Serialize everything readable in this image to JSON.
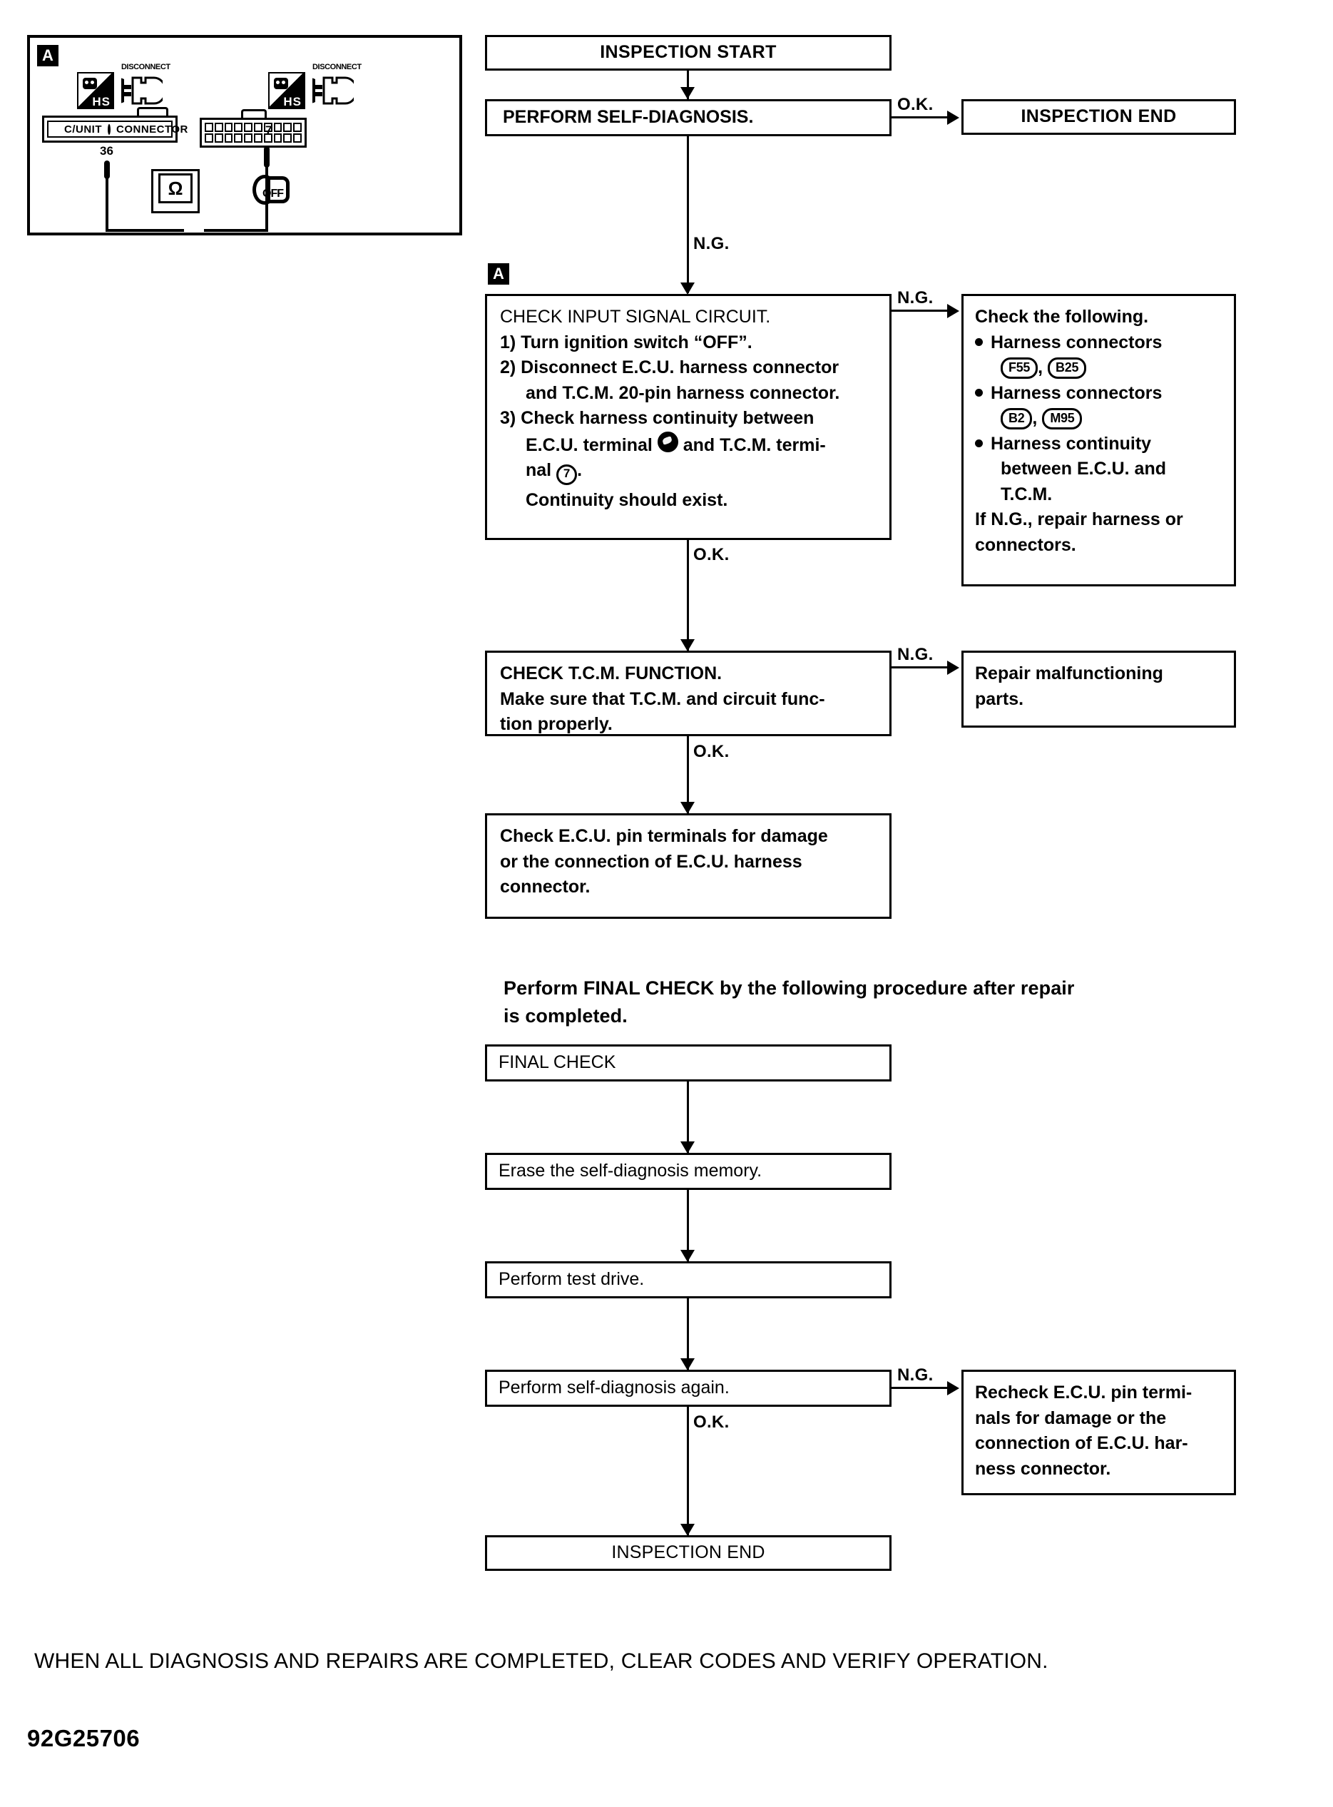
{
  "illustration": {
    "marker": "A",
    "icons": [
      {
        "hs_label": "HS",
        "disconnect_label": "DISCONNECT"
      },
      {
        "hs_label": "HS",
        "disconnect_label": "DISCONNECT"
      }
    ],
    "ecu_connector": {
      "left_text": "C/UNIT",
      "right_text": "CONNECTOR",
      "pin_number": "36"
    },
    "tcm_connector": {
      "pin_number": "7",
      "rows": 2,
      "cols": 10
    },
    "meter_symbol": "Ω",
    "ignition_key_label": "OFF"
  },
  "flow": {
    "inspection_start": "INSPECTION START",
    "perform_self_diagnosis": "PERFORM SELF-DIAGNOSIS.",
    "inspection_end_top": "INSPECTION END",
    "ok_label": "O.K.",
    "ng_label": "N.G.",
    "marker_a": "A",
    "check_input_signal": {
      "title": "CHECK INPUT SIGNAL CIRCUIT.",
      "steps": [
        "1) Turn ignition switch “OFF”.",
        "2) Disconnect E.C.U. harness connector",
        "and T.C.M. 20-pin harness connector.",
        "3) Check harness continuity between"
      ],
      "step3_line_a_pre": "E.C.U. terminal",
      "step3_line_a_post": "and T.C.M. termi-",
      "step3_line_b_pre": "nal",
      "step3_line_b_post": ".",
      "ecu_terminal_number": "36",
      "tcm_terminal_number": "7",
      "continuity_note": "Continuity should exist."
    },
    "check_following": {
      "title": "Check the following.",
      "bullets": [
        {
          "text": "Harness connectors",
          "codes": [
            "F55",
            "B25"
          ]
        },
        {
          "text": "Harness connectors",
          "codes": [
            "B2",
            "M95"
          ]
        },
        {
          "text": "Harness continuity",
          "extra_lines": [
            "between E.C.U. and",
            "T.C.M."
          ]
        }
      ],
      "footer_lines": [
        "If N.G., repair harness or",
        "connectors."
      ]
    },
    "check_tcm_function": {
      "title": "CHECK T.C.M. FUNCTION.",
      "lines": [
        "Make sure that T.C.M. and circuit func-",
        "tion properly."
      ]
    },
    "repair_malfunctioning": [
      "Repair malfunctioning",
      "parts."
    ],
    "check_ecu_pins": [
      "Check E.C.U. pin terminals for damage",
      "or the connection of E.C.U. harness",
      "connector."
    ]
  },
  "final_section": {
    "heading_lines": [
      "Perform FINAL CHECK by the following procedure after repair",
      "is completed."
    ],
    "steps": [
      "FINAL CHECK",
      "Erase the self-diagnosis memory.",
      "Perform test drive.",
      "Perform self-diagnosis again."
    ],
    "inspection_end": "INSPECTION END",
    "ng_label": "N.G.",
    "ok_label": "O.K.",
    "recheck_lines": [
      "Recheck E.C.U. pin termi-",
      "nals for damage or the",
      "connection of E.C.U. har-",
      "ness connector."
    ]
  },
  "footer": {
    "note": "WHEN ALL DIAGNOSIS AND REPAIRS ARE COMPLETED, CLEAR CODES AND VERIFY OPERATION.",
    "doc_code": "92G25706"
  }
}
